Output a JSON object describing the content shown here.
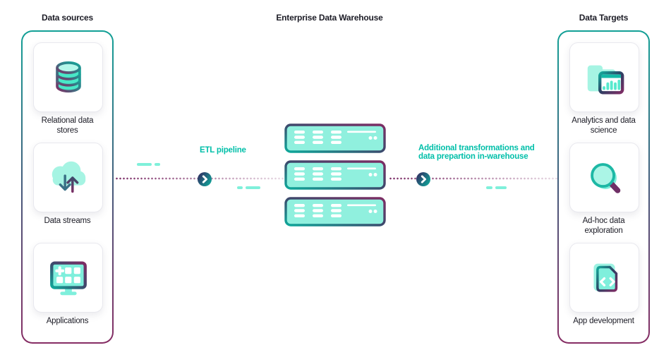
{
  "titles": {
    "sources": "Data sources",
    "warehouse": "Enterprise Data Warehouse",
    "targets": "Data Targets"
  },
  "sources": {
    "items": [
      {
        "icon": "database-icon",
        "label": "Relational data\nstores"
      },
      {
        "icon": "cloud-sync-icon",
        "label": "Data streams"
      },
      {
        "icon": "applications-monitor-icon",
        "label": "Applications"
      }
    ]
  },
  "warehouse": {
    "server_count": 3,
    "icon": "server-rack-icon"
  },
  "targets": {
    "items": [
      {
        "icon": "analytics-folder-chart-icon",
        "label": "Analytics and data\nscience"
      },
      {
        "icon": "magnifier-icon",
        "label": "Ad-hoc data\nexploration"
      },
      {
        "icon": "code-document-icon",
        "label": "App development"
      }
    ]
  },
  "flows": {
    "etl": {
      "label": "ETL pipeline",
      "icon": "chevron-right-circle-icon"
    },
    "warehouse_prep": {
      "label": "Additional transformations and\ndata prepartion in-warehouse",
      "icon": "chevron-right-circle-icon"
    }
  },
  "colors": {
    "teal_accent_text": "#00bfa9",
    "teal_fill": "#7fefdc",
    "teal_light_fill": "#a6f4e3",
    "purple": "#7e2d64",
    "navy": "#3c3f66",
    "dot_purple": "#7b2c66",
    "dash_teal": "#7ff0da",
    "text_dark": "#1c1c26",
    "panel_gradient_top": "#12a096",
    "panel_gradient_bottom": "#862d64"
  }
}
